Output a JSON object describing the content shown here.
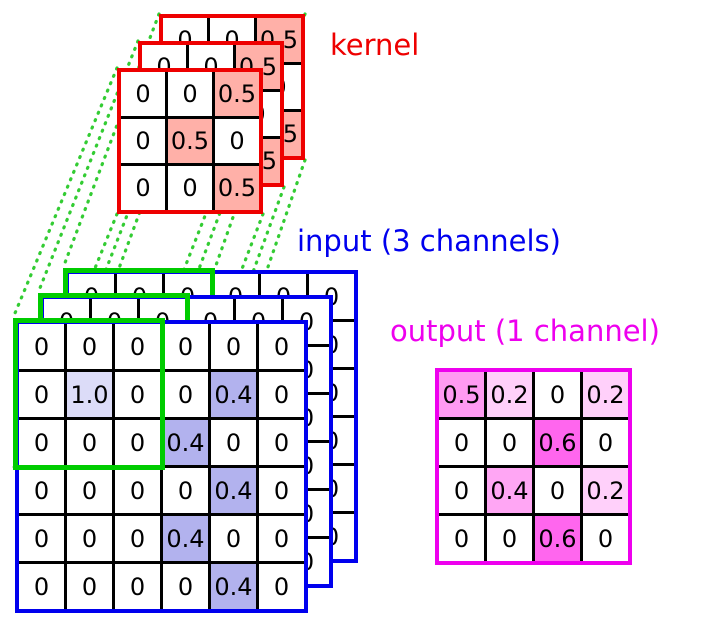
{
  "labels": {
    "kernel": "kernel",
    "input": "input (3 channels)",
    "output": "output (1 channel)"
  },
  "colors": {
    "kernel_border": "#ee0000",
    "input_border": "#0000ee",
    "output_border": "#ee00ee",
    "receptive_field": "#00cc00",
    "connection_line": "#33cc33",
    "grid_line": "#000000"
  },
  "grids": {
    "kernel": {
      "rows": 3,
      "cols": 3,
      "copies": 3,
      "values": [
        [
          "0",
          "0",
          "0.5"
        ],
        [
          "0",
          "0.5",
          "0"
        ],
        [
          "0",
          "0",
          "0.5"
        ]
      ],
      "cell_colors": {
        "0.5": "#ffb0a8"
      }
    },
    "input": {
      "rows": 6,
      "cols": 6,
      "copies": 3,
      "values": [
        [
          "0",
          "0",
          "0",
          "0",
          "0",
          "0"
        ],
        [
          "0",
          "1.0",
          "0",
          "0",
          "0.4",
          "0"
        ],
        [
          "0",
          "0",
          "0",
          "0.4",
          "0",
          "0"
        ],
        [
          "0",
          "0",
          "0",
          "0",
          "0.4",
          "0"
        ],
        [
          "0",
          "0",
          "0",
          "0.4",
          "0",
          "0"
        ],
        [
          "0",
          "0",
          "0",
          "0",
          "0.4",
          "0"
        ]
      ],
      "cell_colors": {
        "1.0": "#dcdcf8",
        "0.4": "#b2b2ee"
      }
    },
    "output": {
      "rows": 4,
      "cols": 4,
      "copies": 1,
      "values": [
        [
          "0.5",
          "0.2",
          "0",
          "0.2"
        ],
        [
          "0",
          "0",
          "0.6",
          "0"
        ],
        [
          "0",
          "0.4",
          "0",
          "0.2"
        ],
        [
          "0",
          "0",
          "0.6",
          "0"
        ]
      ],
      "cell_colors": {
        "0.5": "#ff9af2",
        "0.2": "#ffd0fa",
        "0.4": "#ffa6f4",
        "0.6": "#ff66ee"
      }
    }
  }
}
